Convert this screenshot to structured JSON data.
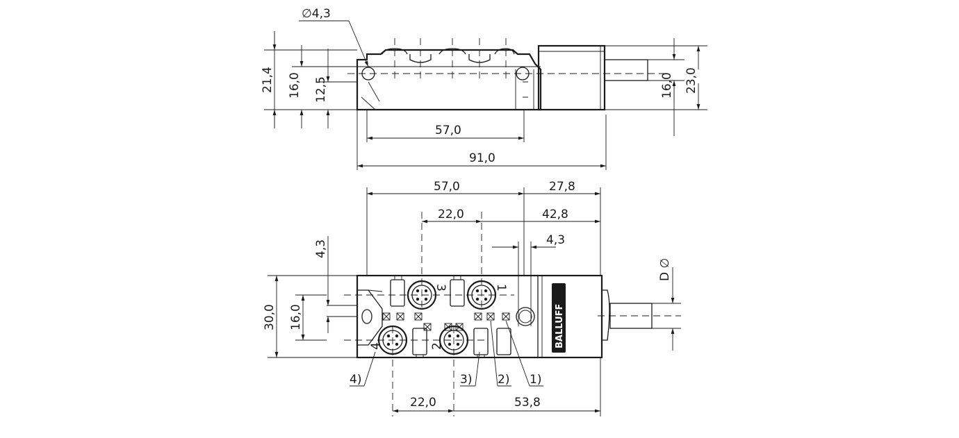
{
  "top_view": {
    "hole_label": "∅4,3",
    "dims": {
      "height_total": "21,4",
      "height_inner": "16,0",
      "height_hole": "12,5",
      "spacing": "57,0",
      "length": "91,0",
      "connector_dia": "16,0",
      "connector_height": "23,0"
    }
  },
  "front_view": {
    "brand": "BALLUFF",
    "dims": {
      "spacing_top": "57,0",
      "offset_right": "27,8",
      "port_pitch_top": "22,0",
      "offset_port": "42,8",
      "hole_width": "4,3",
      "hole_offset": "4,3",
      "height_total": "30,0",
      "height_inner": "16,0",
      "cable_dia": "D ∅",
      "port_pitch_bottom": "22,0",
      "offset_bottom": "53,8"
    },
    "port_numbers": [
      "3",
      "1",
      "4",
      "2"
    ],
    "callouts": [
      "4)",
      "3)",
      "2)",
      "1)"
    ]
  }
}
